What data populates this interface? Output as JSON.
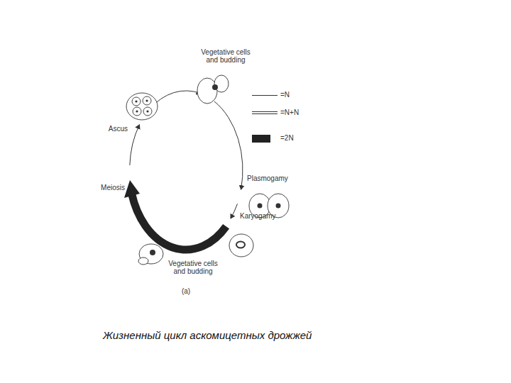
{
  "diagram": {
    "caption": "Жизненный цикл аскомицетных дрожжей",
    "labels": [
      "Vegetative cells and budding",
      "Ascus",
      "Plasmogamy",
      "Meiosis",
      "Karyogamy",
      "Vegetative cells and budding",
      "(a)"
    ],
    "legend": [
      {
        "text": "=N"
      },
      {
        "text": "=N+N"
      },
      {
        "text": "=2N",
        "color": "#222222"
      }
    ]
  }
}
